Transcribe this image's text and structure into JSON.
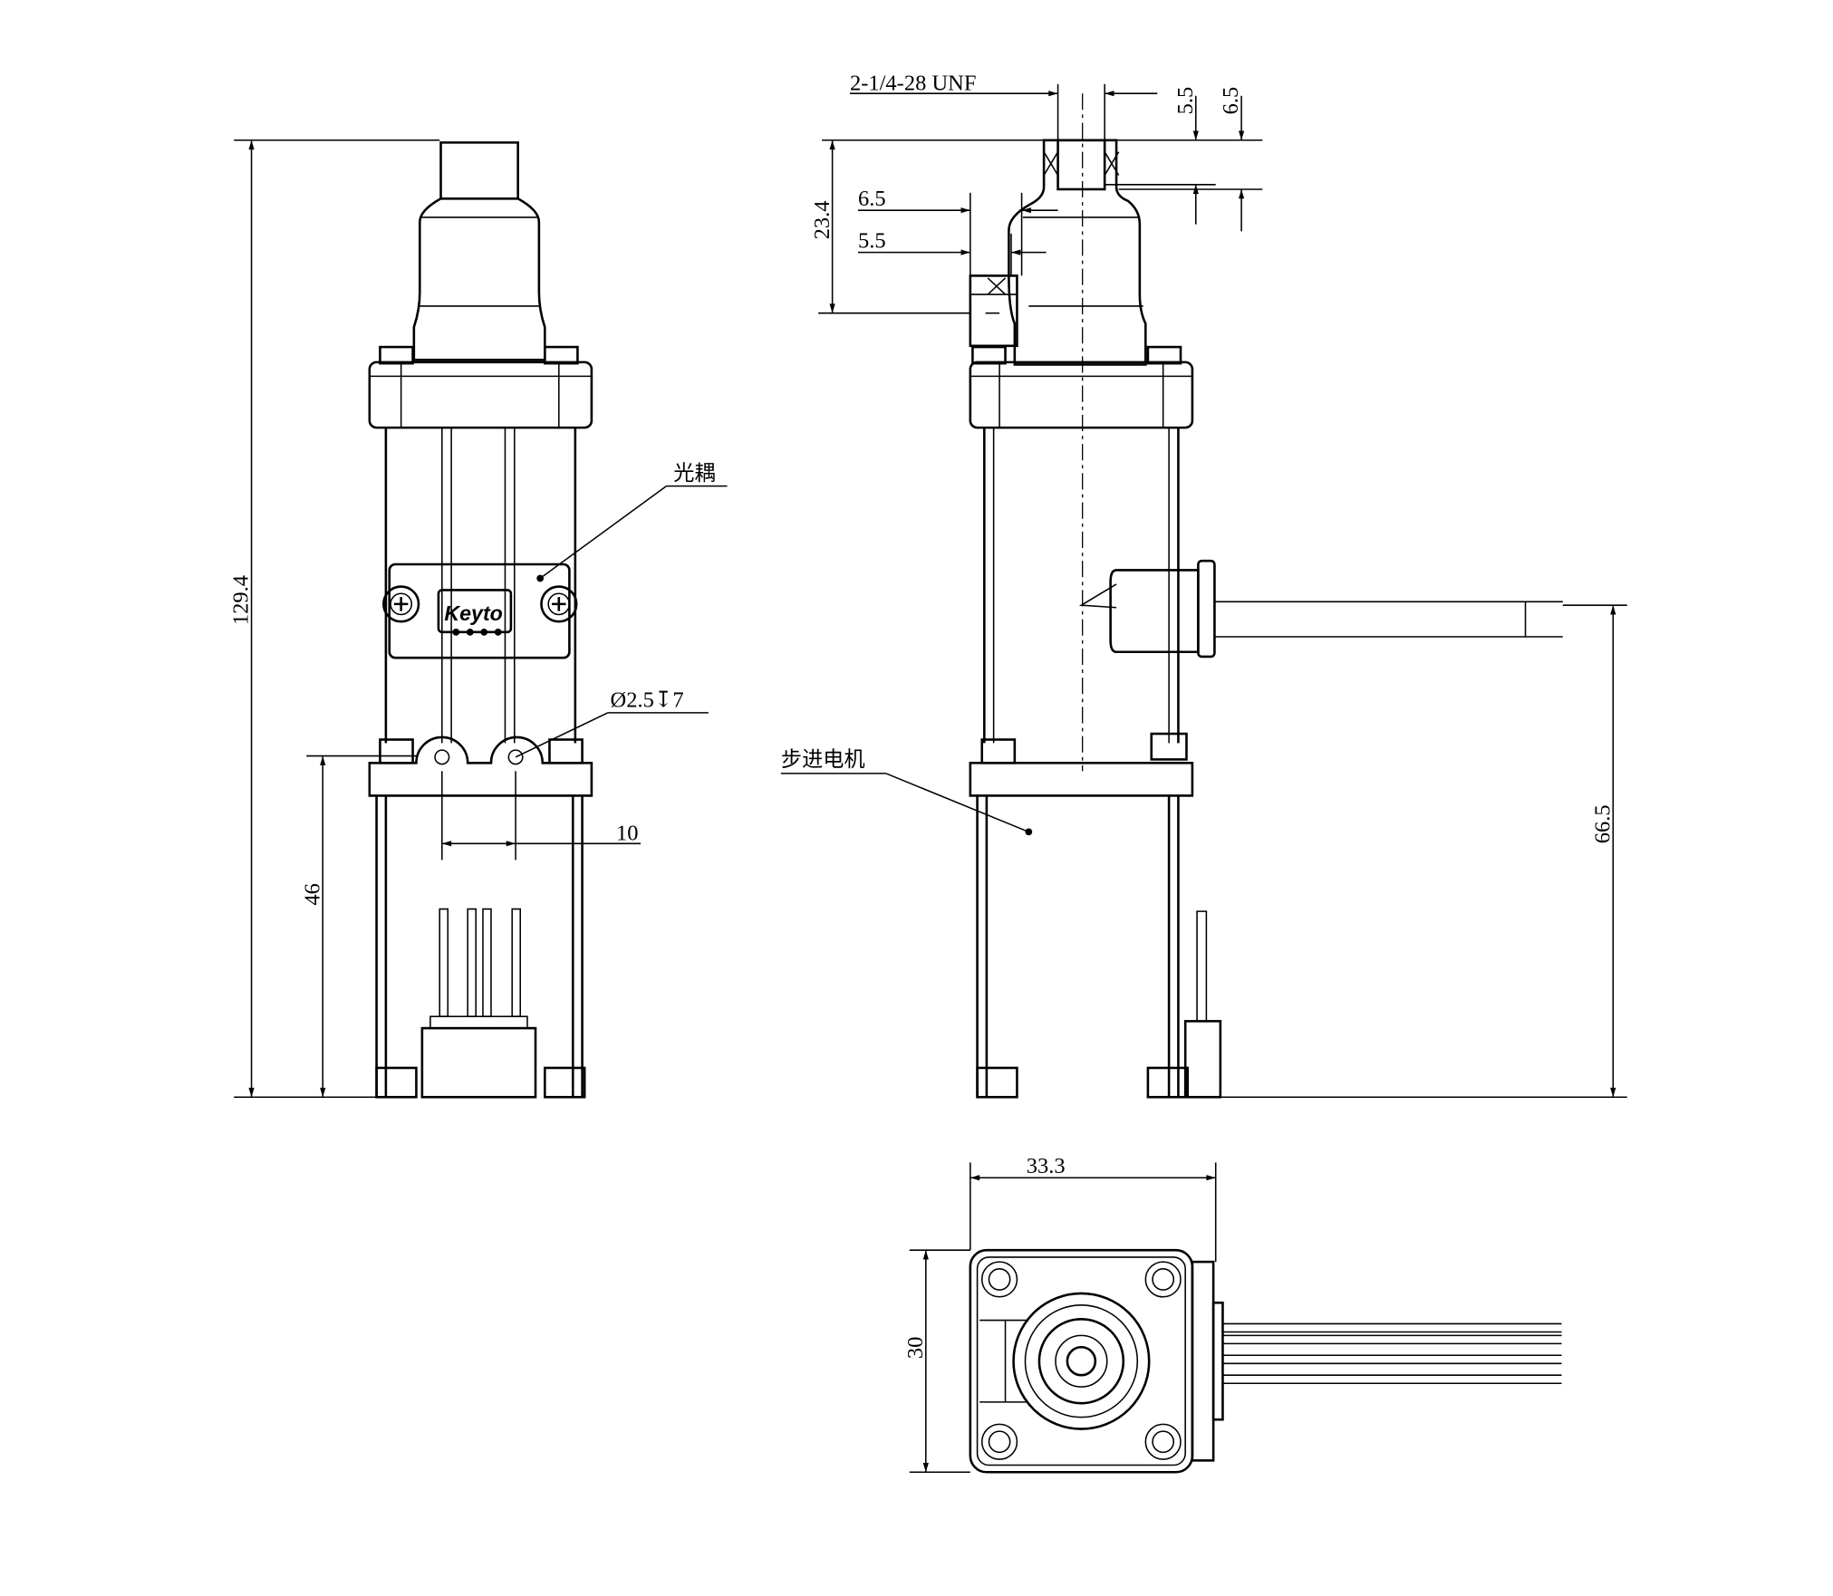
{
  "drawing": {
    "front_view": {
      "dim_total_height": "129.4",
      "dim_lower_height": "46",
      "dim_hole_spacing": "10",
      "hole_callout": "Ø2.5↧7",
      "label_optocoupler": "光耦",
      "logo": "Keyto"
    },
    "side_view": {
      "thread_callout": "2-1/4-28 UNF",
      "dim_port_depth_a": "5.5",
      "dim_port_depth_b": "6.5",
      "dim_port_height": "23.4",
      "dim_side_port_a": "6.5",
      "dim_side_port_b": "5.5",
      "label_stepper_motor": "步进电机",
      "dim_wire_height": "66.5"
    },
    "bottom_view": {
      "dim_width": "33.3",
      "dim_depth": "30"
    }
  }
}
